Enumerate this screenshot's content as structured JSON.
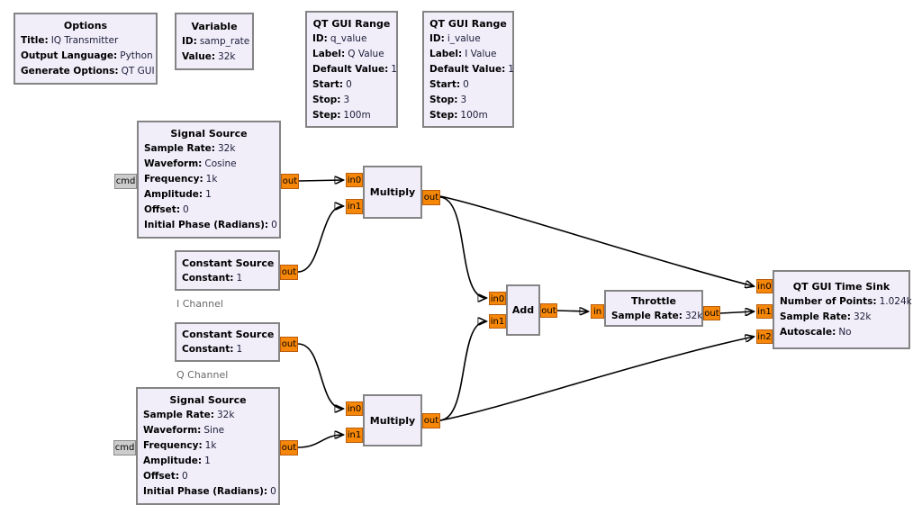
{
  "app": {
    "description": "GNU Radio Companion flowgraph canvas"
  },
  "colors": {
    "canvas_bg": "#ffffff",
    "block_fill": "#f1eefa",
    "block_border": "#848484",
    "port_fill": "#f78708",
    "port_border": "#b95d0d",
    "msg_port_fill": "#cccccc",
    "wire": "#000000",
    "annotation_text": "#6a6a6a"
  },
  "ports": {
    "cmd": "cmd",
    "out": "out",
    "in": "in",
    "in0": "in0",
    "in1": "in1",
    "in2": "in2"
  },
  "annotations": {
    "i_channel": "I Channel",
    "q_channel": "Q Channel"
  },
  "blocks": {
    "options": {
      "title": "Options",
      "params": [
        {
          "k": "Title:",
          "v": "IQ Transmitter"
        },
        {
          "k": "Output Language:",
          "v": "Python"
        },
        {
          "k": "Generate Options:",
          "v": "QT GUI"
        }
      ]
    },
    "variable": {
      "title": "Variable",
      "params": [
        {
          "k": "ID:",
          "v": "samp_rate"
        },
        {
          "k": "Value:",
          "v": "32k"
        }
      ]
    },
    "range_q": {
      "title": "QT GUI Range",
      "params": [
        {
          "k": "ID:",
          "v": "q_value"
        },
        {
          "k": "Label:",
          "v": "Q Value"
        },
        {
          "k": "Default Value:",
          "v": "1"
        },
        {
          "k": "Start:",
          "v": "0"
        },
        {
          "k": "Stop:",
          "v": "3"
        },
        {
          "k": "Step:",
          "v": "100m"
        }
      ]
    },
    "range_i": {
      "title": "QT GUI Range",
      "params": [
        {
          "k": "ID:",
          "v": "i_value"
        },
        {
          "k": "Label:",
          "v": "I Value"
        },
        {
          "k": "Default Value:",
          "v": "1"
        },
        {
          "k": "Start:",
          "v": "0"
        },
        {
          "k": "Stop:",
          "v": "3"
        },
        {
          "k": "Step:",
          "v": "100m"
        }
      ]
    },
    "sig_top": {
      "title": "Signal Source",
      "params": [
        {
          "k": "Sample Rate:",
          "v": "32k"
        },
        {
          "k": "Waveform:",
          "v": "Cosine"
        },
        {
          "k": "Frequency:",
          "v": "1k"
        },
        {
          "k": "Amplitude:",
          "v": "1"
        },
        {
          "k": "Offset:",
          "v": "0"
        },
        {
          "k": "Initial Phase (Radians):",
          "v": "0"
        }
      ]
    },
    "const_i": {
      "title": "Constant Source",
      "params": [
        {
          "k": "Constant:",
          "v": "1"
        }
      ]
    },
    "const_q": {
      "title": "Constant Source",
      "params": [
        {
          "k": "Constant:",
          "v": "1"
        }
      ]
    },
    "sig_bot": {
      "title": "Signal Source",
      "params": [
        {
          "k": "Sample Rate:",
          "v": "32k"
        },
        {
          "k": "Waveform:",
          "v": "Sine"
        },
        {
          "k": "Frequency:",
          "v": "1k"
        },
        {
          "k": "Amplitude:",
          "v": "1"
        },
        {
          "k": "Offset:",
          "v": "0"
        },
        {
          "k": "Initial Phase (Radians):",
          "v": "0"
        }
      ]
    },
    "mult_top": {
      "title": "Multiply"
    },
    "mult_bot": {
      "title": "Multiply"
    },
    "add": {
      "title": "Add"
    },
    "throttle": {
      "title": "Throttle",
      "params": [
        {
          "k": "Sample Rate:",
          "v": "32k"
        }
      ]
    },
    "timesink": {
      "title": "QT GUI Time Sink",
      "params": [
        {
          "k": "Number of Points:",
          "v": "1.024k"
        },
        {
          "k": "Sample Rate:",
          "v": "32k"
        },
        {
          "k": "Autoscale:",
          "v": "No"
        }
      ]
    }
  },
  "connections": [
    {
      "from": "signal-source-top.out",
      "to": "multiply-top.in0"
    },
    {
      "from": "constant-source-i.out",
      "to": "multiply-top.in1"
    },
    {
      "from": "multiply-top.out",
      "to": "add.in0"
    },
    {
      "from": "multiply-top.out",
      "to": "qt-gui-time-sink.in0"
    },
    {
      "from": "constant-source-q.out",
      "to": "multiply-bottom.in0"
    },
    {
      "from": "signal-source-bottom.out",
      "to": "multiply-bottom.in1"
    },
    {
      "from": "multiply-bottom.out",
      "to": "add.in1"
    },
    {
      "from": "multiply-bottom.out",
      "to": "qt-gui-time-sink.in2"
    },
    {
      "from": "add.out",
      "to": "throttle.in"
    },
    {
      "from": "throttle.out",
      "to": "qt-gui-time-sink.in1"
    }
  ]
}
